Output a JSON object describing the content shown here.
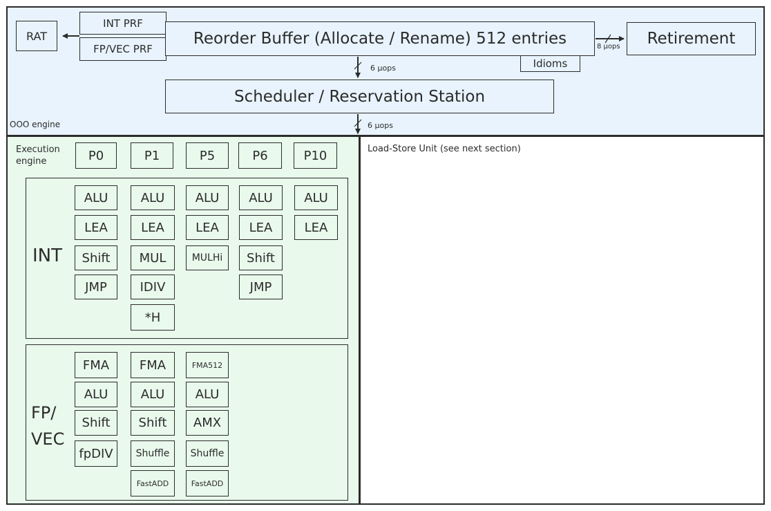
{
  "ooo": {
    "label": "OOO engine",
    "rat": "RAT",
    "int_prf": "INT PRF",
    "fpvec_prf": "FP/VEC PRF",
    "rob": "Reorder Buffer (Allocate / Rename) 512 entries",
    "retirement": "Retirement",
    "retire_width": "8 µops",
    "idioms": "Idioms",
    "rob_to_sched_width": "6 µops",
    "scheduler": "Scheduler / Reservation Station",
    "sched_to_exec_width": "6 µops"
  },
  "exec": {
    "label_line1": "Execution",
    "label_line2": "engine",
    "ports": [
      "P0",
      "P1",
      "P5",
      "P6",
      "P10"
    ],
    "int_label": "INT",
    "int_units": {
      "p0": [
        "ALU",
        "LEA",
        "Shift",
        "JMP"
      ],
      "p1": [
        "ALU",
        "LEA",
        "MUL",
        "IDIV",
        "*H"
      ],
      "p5": [
        "ALU",
        "LEA",
        "MULHi"
      ],
      "p6": [
        "ALU",
        "LEA",
        "Shift",
        "JMP"
      ],
      "p10": [
        "ALU",
        "LEA"
      ]
    },
    "fp_label_line1": "FP/",
    "fp_label_line2": "VEC",
    "fp_units": {
      "p0": [
        "FMA",
        "ALU",
        "Shift",
        "fpDIV"
      ],
      "p1": [
        "FMA",
        "ALU",
        "Shift",
        "Shuffle",
        "FastADD"
      ],
      "p5": [
        "FMA512",
        "ALU",
        "AMX",
        "Shuffle",
        "FastADD"
      ]
    }
  },
  "lsu": {
    "label": "Load-Store Unit (see next section)"
  },
  "colors": {
    "ooo_bg": "#e8f3fd",
    "exec_bg": "#e9f9ec",
    "lsu_bg": "#ffffff",
    "stroke": "#2b2b2b"
  }
}
